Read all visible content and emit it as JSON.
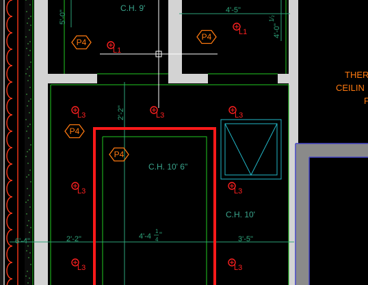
{
  "viewport": {
    "background": "#000000",
    "colors": {
      "wall": "#d3d3d3",
      "dimension": "#2ea37a",
      "room_label": "#3aa58d",
      "light": "#ff2020",
      "panel_tag": "#ff7a10",
      "cursor": "#ffffff",
      "soffit": "#ff1a1a",
      "outline": "#22cc22",
      "fixture": "#22b8c8",
      "neighbor_wall": "#5555cc",
      "annotation": "#ff7a10"
    }
  },
  "room_labels": {
    "ch_9": "C.H.  9'",
    "ch_10_6": "C.H.  10'  6\"",
    "ch_10": "C.H.  10'"
  },
  "dimensions": {
    "top_5_0": "5'-0\"",
    "top_4_5": "4'-5\"",
    "top_4_0": "4'-0\"",
    "top_half": "1⁄₂",
    "mid_2_2": "2'-2\"",
    "bottom_6_4": "6'-4\"",
    "bottom_2_2": "2'-2\"",
    "bottom_4_4": "4'-4",
    "bottom_frac_top": "1",
    "bottom_frac_bottom": "4",
    "bottom_4_4_close": "\"",
    "bottom_3_5": "3'-5\""
  },
  "tags": {
    "p4": "P4",
    "l1": "L1",
    "l3": "L3"
  },
  "annotations": {
    "line1": "THER",
    "line2": "CEILIN",
    "line3": "F"
  }
}
